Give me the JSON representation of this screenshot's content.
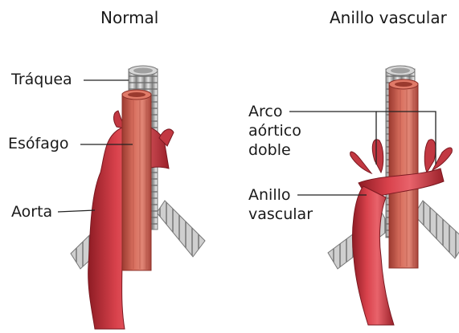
{
  "panels": {
    "left": {
      "title": "Normal",
      "labels": {
        "trachea": "Tráquea",
        "esophagus": "Esófago",
        "aorta": "Aorta"
      }
    },
    "right": {
      "title": "Anillo vascular",
      "labels": {
        "double_arch": [
          "Arco",
          "aórtico",
          "doble"
        ],
        "ring": [
          "Anillo",
          "vascular"
        ]
      }
    }
  },
  "colors": {
    "aorta": "#c8323c",
    "aorta_dark": "#8e1c24",
    "esophagus": "#c8564a",
    "trachea": "#b8b8b8",
    "leader": "#222222"
  }
}
